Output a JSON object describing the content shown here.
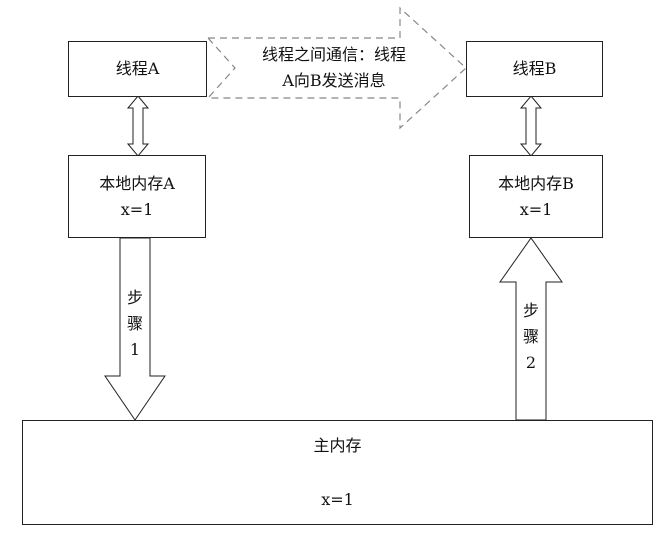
{
  "nodes": {
    "thread_a": "线程A",
    "thread_b": "线程B",
    "local_mem_a": {
      "title": "本地内存A",
      "value": "x=1"
    },
    "local_mem_b": {
      "title": "本地内存B",
      "value": "x=1"
    },
    "main_mem": {
      "title": "主内存",
      "value": "x=1"
    }
  },
  "arrows": {
    "communication": {
      "line1": "线程之间通信：线程",
      "line2": "A向B发送消息"
    },
    "step1": [
      "步",
      "骤",
      "1"
    ],
    "step2": [
      "步",
      "骤",
      "2"
    ]
  },
  "colors": {
    "stroke": "#222222",
    "dashed_stroke": "#888888"
  }
}
